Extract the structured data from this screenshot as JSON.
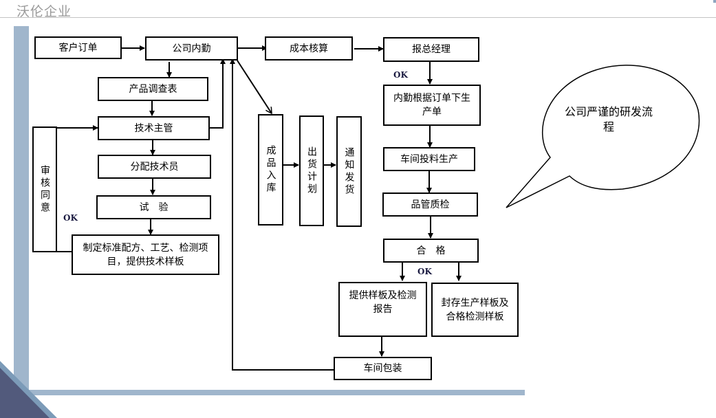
{
  "header": {
    "title": "沃伦企业"
  },
  "diagram": {
    "nodes": {
      "customer_order": "客户订单",
      "internal_office": "公司内勤",
      "cost_accounting": "成本核算",
      "report_gm": "报总经理",
      "product_survey": "产品调查表",
      "tech_supervisor": "技术主管",
      "assign_technician": "分配技术员",
      "trial": "试　验",
      "standards": "制定标准配方、工艺、检测项目，提供技术样板",
      "review_approve": "审核同意",
      "finished_storage": "成品入库",
      "shipping_plan": "出货计划",
      "notify_shipping": "通知发货",
      "production_order": "内勤根据订单下生产单",
      "workshop_production": "车间投料生产",
      "quality_check": "品管质检",
      "qualified": "合　格",
      "provide_samples": "提供样板及检测报告",
      "seal_samples": "封存生产样板及合格检测样板",
      "workshop_packaging": "车间包装"
    },
    "labels": {
      "ok_gm": "OK",
      "ok_review": "OK",
      "ok_qualified": "OK"
    },
    "callout": {
      "text": "公司严谨的研发流程"
    }
  }
}
